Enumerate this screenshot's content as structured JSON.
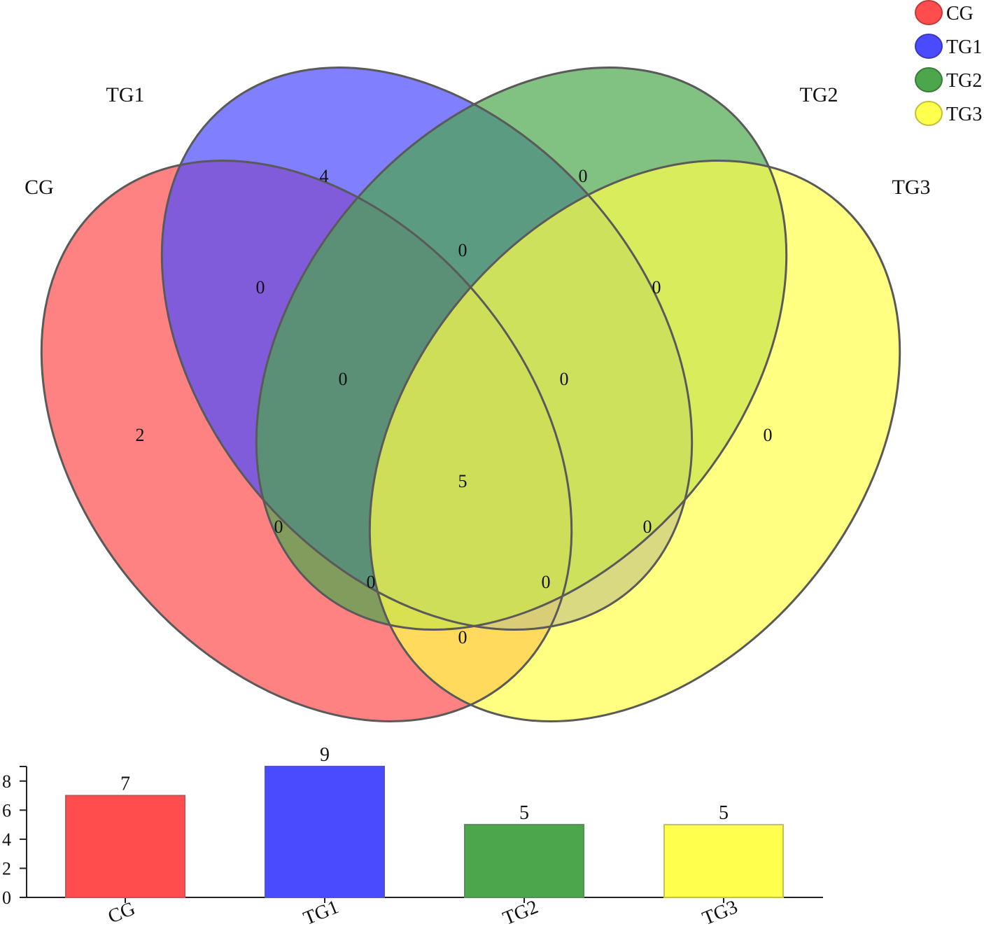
{
  "chart_data": [
    {
      "type": "venn",
      "sets": [
        {
          "name": "CG",
          "color": "#ff4d4d"
        },
        {
          "name": "TG1",
          "color": "#4a4aff"
        },
        {
          "name": "TG2",
          "color": "#4ca64c"
        },
        {
          "name": "TG3",
          "color": "#ffff4d"
        }
      ],
      "regions": [
        {
          "sets": [
            "CG"
          ],
          "count": 2
        },
        {
          "sets": [
            "TG1"
          ],
          "count": 4
        },
        {
          "sets": [
            "TG2"
          ],
          "count": 0
        },
        {
          "sets": [
            "TG3"
          ],
          "count": 0
        },
        {
          "sets": [
            "CG",
            "TG1"
          ],
          "count": 0
        },
        {
          "sets": [
            "TG1",
            "TG2"
          ],
          "count": 0
        },
        {
          "sets": [
            "TG2",
            "TG3"
          ],
          "count": 0
        },
        {
          "sets": [
            "CG",
            "TG1",
            "TG2"
          ],
          "count": 0
        },
        {
          "sets": [
            "TG1",
            "TG2",
            "TG3"
          ],
          "count": 0
        },
        {
          "sets": [
            "CG",
            "TG1",
            "TG2",
            "TG3"
          ],
          "count": 5
        },
        {
          "sets": [
            "CG",
            "TG2"
          ],
          "count": 0
        },
        {
          "sets": [
            "TG1",
            "TG3"
          ],
          "count": 0
        },
        {
          "sets": [
            "CG",
            "TG2",
            "TG3"
          ],
          "count": 0
        },
        {
          "sets": [
            "CG",
            "TG1",
            "TG3"
          ],
          "count": 0
        },
        {
          "sets": [
            "CG",
            "TG3"
          ],
          "count": 0
        }
      ],
      "legend_position": "top-right"
    },
    {
      "type": "bar",
      "categories": [
        "CG",
        "TG1",
        "TG2",
        "TG3"
      ],
      "values": [
        7,
        9,
        5,
        5
      ],
      "colors": [
        "#ff4d4d",
        "#4a4aff",
        "#4ca64c",
        "#ffff4d"
      ],
      "ylim": [
        0,
        9
      ],
      "yticks": [
        0,
        2,
        4,
        6,
        8
      ],
      "xlabel": "",
      "ylabel": "",
      "title": "",
      "grid": false
    }
  ]
}
